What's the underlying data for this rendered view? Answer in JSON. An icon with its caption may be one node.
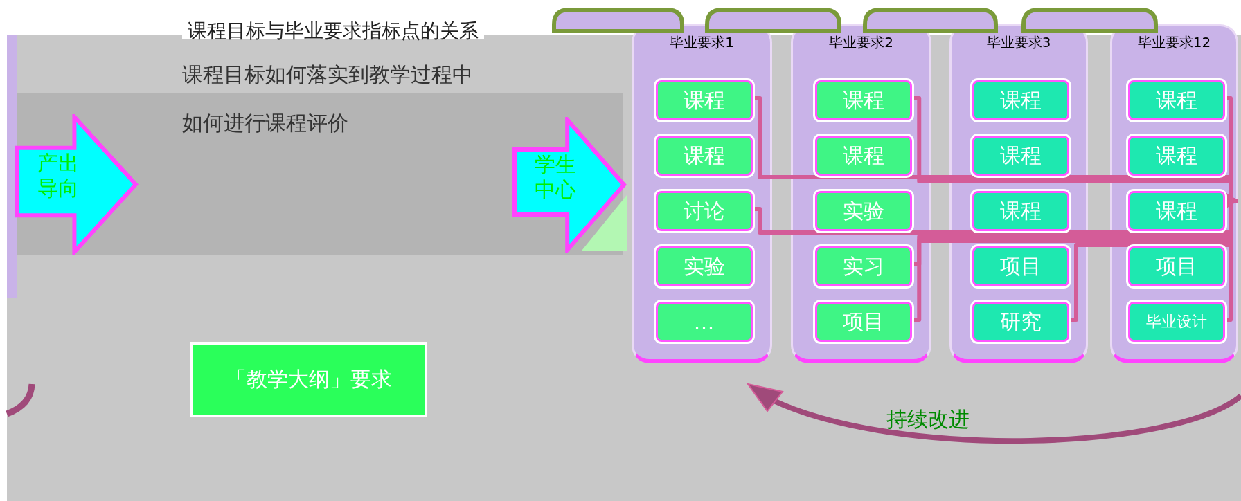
{
  "diagram": {
    "title": "课程目标与毕业要求指标点的关系",
    "nodes": [
      {
        "text": [
          "产出导向"
        ]
      },
      {
        "text": [
          "学生中心"
        ]
      },
      {
        "text": [
          "毕业要求1"
        ]
      },
      {
        "text": [
          "课程"
        ],
        "in": 2
      },
      {
        "text": [
          "课程"
        ],
        "in": 2
      },
      {
        "text": [
          "讨论"
        ],
        "in": 2
      },
      {
        "text": [
          "实验"
        ],
        "in": 2
      },
      {
        "text": [
          "…"
        ],
        "in": 2
      },
      {
        "text": [
          "毕业要求2"
        ]
      },
      {
        "text": [
          "课程"
        ],
        "in": 8
      },
      {
        "text": [
          "课程"
        ],
        "in": 8
      },
      {
        "text": [
          "实验"
        ],
        "in": 8
      },
      {
        "text": [
          "实习"
        ],
        "in": 8
      },
      {
        "text": [
          "项目"
        ],
        "in": 8
      },
      {
        "text": [
          "毕业要求3"
        ]
      },
      {
        "text": [
          "课程"
        ],
        "in": 14
      },
      {
        "text": [
          "课程"
        ],
        "in": 14
      },
      {
        "text": [
          "课程"
        ],
        "in": 14
      },
      {
        "text": [
          "项目"
        ],
        "in": 14
      },
      {
        "text": [
          "研究"
        ],
        "in": 14
      },
      {
        "text": [
          "毕业要求12"
        ]
      },
      {
        "text": [
          "课程"
        ],
        "in": 20
      },
      {
        "text": [
          "课程"
        ],
        "in": 20
      },
      {
        "text": [
          "课程"
        ],
        "in": 20
      },
      {
        "text": [
          "项目"
        ],
        "in": 20
      },
      {
        "text": [
          "毕业设计"
        ],
        "in": 20
      },
      {
        "text": [
          "「教学大纲」要求"
        ]
      }
    ],
    "edges": [
      {
        "from": 3,
        "to": 20,
        "arrow": "to"
      },
      {
        "from": 5,
        "to": 20,
        "arrow": "to"
      },
      {
        "from": 9,
        "to": 20,
        "arrow": "to"
      },
      {
        "from": 12,
        "to": 20,
        "arrow": "to"
      },
      {
        "from": 13,
        "to": 20,
        "arrow": "to"
      },
      {
        "from": 19,
        "to": 20,
        "arrow": "to"
      },
      {
        "from": 21,
        "to": 20,
        "arrow": "to"
      },
      {
        "from": 25,
        "to": 20,
        "arrow": "to"
      }
    ],
    "labels": [
      "课程目标如何落实到教学过程中",
      "如何进行课程评价",
      "持续改进"
    ]
  }
}
